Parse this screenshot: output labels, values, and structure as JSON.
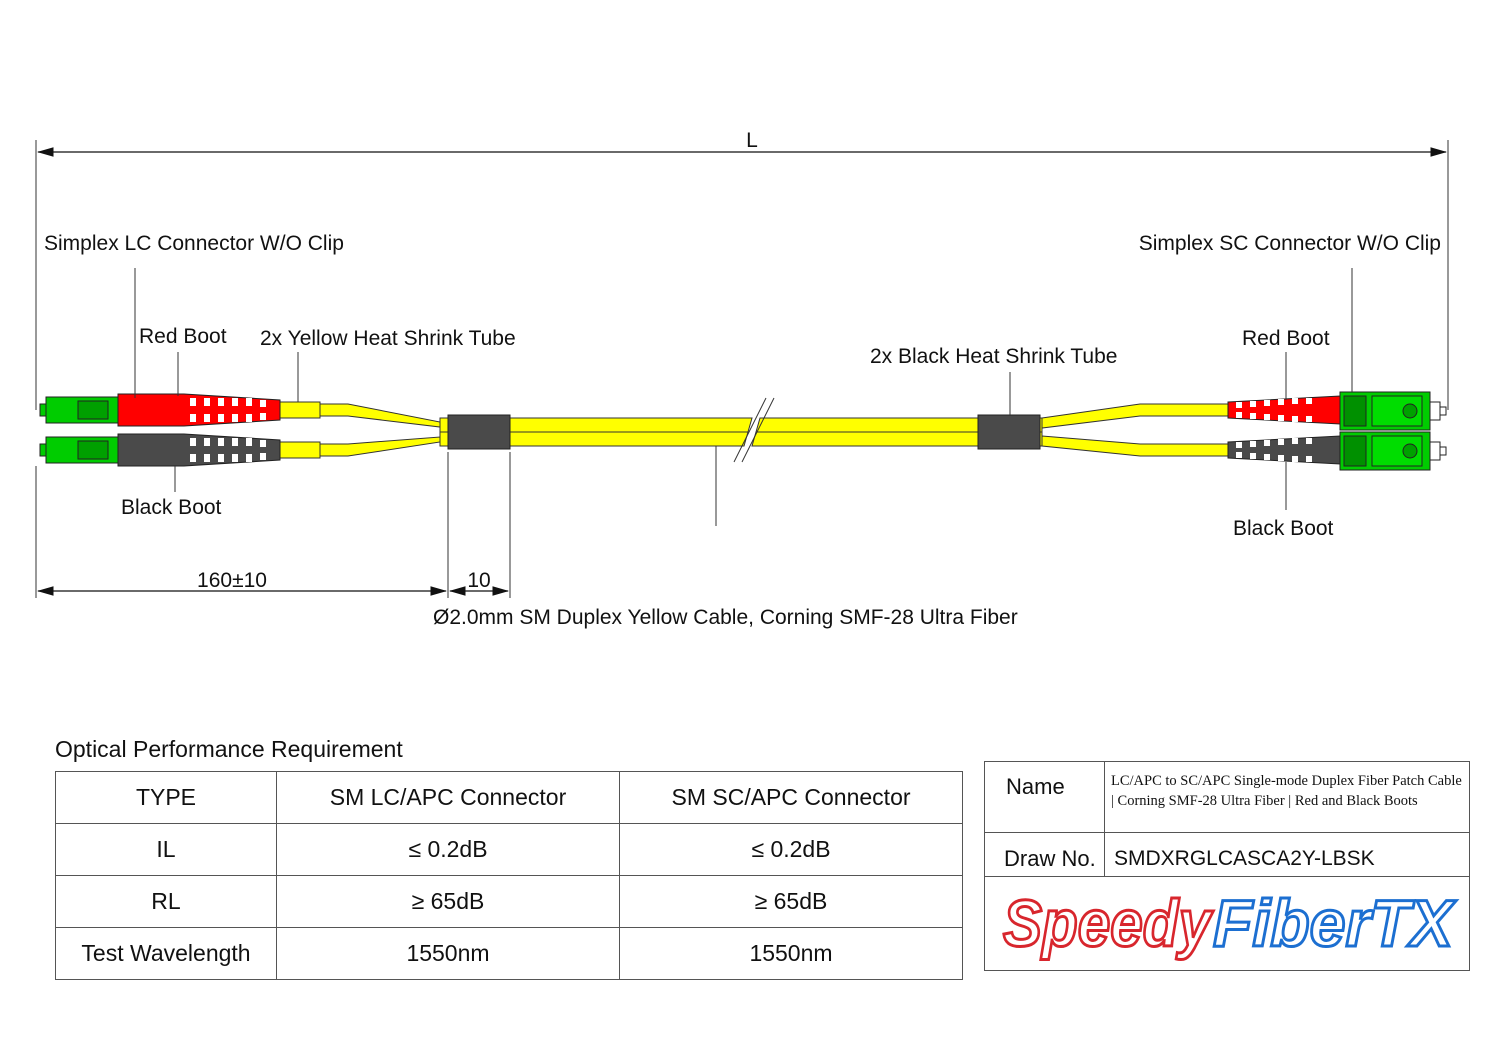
{
  "diagram": {
    "dimension_overall": "L",
    "left_connector_label": "Simplex LC Connector W/O Clip",
    "right_connector_label": "Simplex SC Connector W/O Clip",
    "left_red_boot": "Red Boot",
    "left_black_boot": "Black Boot",
    "right_red_boot": "Red Boot",
    "right_black_boot": "Black Boot",
    "yellow_shrink_tube": "2x Yellow Heat Shrink Tube",
    "black_shrink_tube": "2x Black Heat Shrink Tube",
    "breakout_length": "160±10",
    "tube_length": "10",
    "cable_label": "Ø2.0mm SM Duplex Yellow Cable, Corning SMF-28 Ultra Fiber",
    "colors": {
      "cable": "#ffff00",
      "red_boot": "#ff0000",
      "black_boot": "#4a4a4a",
      "connector_green": "#00cc00",
      "shrink_tube": "#4a4a4a"
    }
  },
  "performance": {
    "title": "Optical Performance Requirement",
    "headers": [
      "TYPE",
      "SM LC/APC Connector",
      "SM SC/APC Connector"
    ],
    "rows": [
      [
        "IL",
        "≤ 0.2dB",
        "≤ 0.2dB"
      ],
      [
        "RL",
        "≥ 65dB",
        "≥ 65dB"
      ],
      [
        "Test Wavelength",
        "1550nm",
        "1550nm"
      ]
    ]
  },
  "title_block": {
    "name_label": "Name",
    "name_value": "LC/APC to SC/APC Single-mode Duplex Fiber Patch Cable | Corning SMF-28 Ultra Fiber | Red and Black Boots",
    "draw_label": "Draw No.",
    "draw_value": "SMDXRGLCASCA2Y-LBSK",
    "logo_part1": "Speedy",
    "logo_part2": "FiberTX",
    "logo_color1": "#d8262d",
    "logo_color2": "#1c6fd1"
  }
}
